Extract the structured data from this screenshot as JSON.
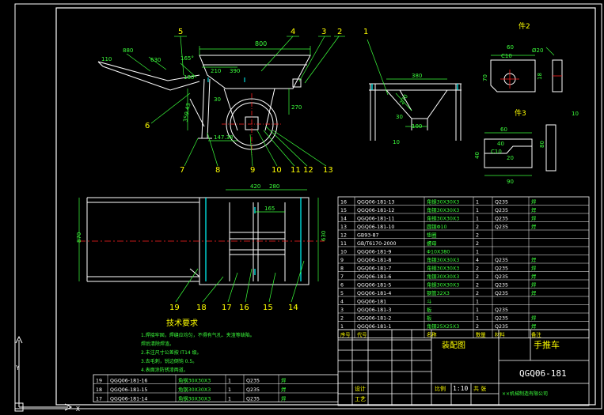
{
  "colors": {
    "background": "#000000",
    "outline": "#ffffff",
    "hidden": "#00ffff",
    "center": "#ff2020",
    "dim": "#3cff3c",
    "text": "#ffff00"
  },
  "balloons": [
    "5",
    "4",
    "3",
    "2",
    "1",
    "6",
    "7",
    "8",
    "9",
    "10",
    "11",
    "12",
    "13",
    "19",
    "18",
    "17",
    "16",
    "15",
    "14"
  ],
  "dims": {
    "d800": "800",
    "d880": "880",
    "d630": "630",
    "d110": "110",
    "d180": "180",
    "d165": "165°",
    "d210": "210",
    "d390": "390",
    "d270": "270",
    "d30": "30",
    "d359": "359.43",
    "d14738": "147.38",
    "d380": "380",
    "d30b": "30",
    "d100": "100",
    "d10": "10",
    "d420": "420",
    "d280": "280",
    "d165b": "165",
    "d870": "870",
    "d630b": "630"
  },
  "detail2": {
    "title": "件2",
    "d60": "60",
    "dia20": "Ø20",
    "dC10": "C10",
    "d70": "70",
    "d18": "18"
  },
  "detail3": {
    "title": "件3",
    "d10": "10",
    "d60": "60",
    "d40": "40",
    "dC10": "C10",
    "d80": "80",
    "d20": "20",
    "d90": "90"
  },
  "bom_rows": [
    [
      "16",
      "QGQ06-181-13",
      "角钢30X30X3",
      "1",
      "Q235",
      "焊"
    ],
    [
      "15",
      "QGQ06-181-12",
      "角钢30X30X3",
      "1",
      "Q235",
      "焊"
    ],
    [
      "14",
      "QGQ06-181-11",
      "角钢30X30X3",
      "1",
      "Q235",
      "焊"
    ],
    [
      "13",
      "QGQ06-181-10",
      "圆钢Φ10",
      "2",
      "Q235",
      "焊"
    ],
    [
      "12",
      "GB93-87",
      "垫圈",
      "2",
      "",
      ""
    ],
    [
      "11",
      "GB/T6170-2000",
      "螺母",
      "2",
      "",
      ""
    ],
    [
      "10",
      "QGQ06-181-9",
      "Φ10X380",
      "1",
      "",
      ""
    ],
    [
      "9",
      "QGQ06-181-8",
      "角钢30X30X3",
      "4",
      "Q235",
      "焊"
    ],
    [
      "8",
      "QGQ06-181-7",
      "角钢30X30X3",
      "2",
      "Q235",
      "焊"
    ],
    [
      "7",
      "QGQ06-181-6",
      "角钢30X30X3",
      "2",
      "Q235",
      "焊"
    ],
    [
      "6",
      "QGQ06-181-5",
      "角钢30X30X3",
      "2",
      "Q235",
      "焊"
    ],
    [
      "5",
      "QGQ06-181-4",
      "钢管32X3",
      "2",
      "Q235",
      "焊"
    ],
    [
      "4",
      "QGQ06-181",
      "斗",
      "1",
      "",
      ""
    ],
    [
      "3",
      "QGQ06-181-3",
      "板",
      "1",
      "Q235",
      ""
    ],
    [
      "2",
      "QGQ06-181-2",
      "板",
      "1",
      "Q235",
      "焊"
    ],
    [
      "1",
      "QGQ06-181-1",
      "角钢25X25X3",
      "2",
      "Q235",
      "焊"
    ]
  ],
  "bom_header": [
    "序号",
    "代号",
    "名称",
    "数量",
    "材料",
    "备注"
  ],
  "left_rows": [
    [
      "19",
      "QGQ06-181-16",
      "角钢30X30X3",
      "1",
      "Q235",
      "焊"
    ],
    [
      "18",
      "QGQ06-181-15",
      "角钢30X30X3",
      "1",
      "Q235",
      "焊"
    ],
    [
      "17",
      "QGQ06-181-14",
      "角钢30X30X3",
      "1",
      "Q235",
      "焊"
    ]
  ],
  "tech": {
    "title": "技术要求",
    "lines": [
      "1.焊接牢固，焊缝应均匀，不得有气孔、夹渣等缺陷。",
      "   焊后清除焊渣。",
      "2.未注尺寸公差按 IT14 级。",
      "3.去毛刺，锐边倒钝 0.5。",
      "4.表面涂防锈漆两道。"
    ]
  },
  "title_block": {
    "name": "手推车",
    "drawing_no": "QGQ06-181",
    "category": "装配图",
    "scale_label": "比例",
    "scale": "1:10",
    "unit_label": "共 张",
    "maker": "设计",
    "checker": "工艺",
    "org": "××机械制造有限公司"
  }
}
